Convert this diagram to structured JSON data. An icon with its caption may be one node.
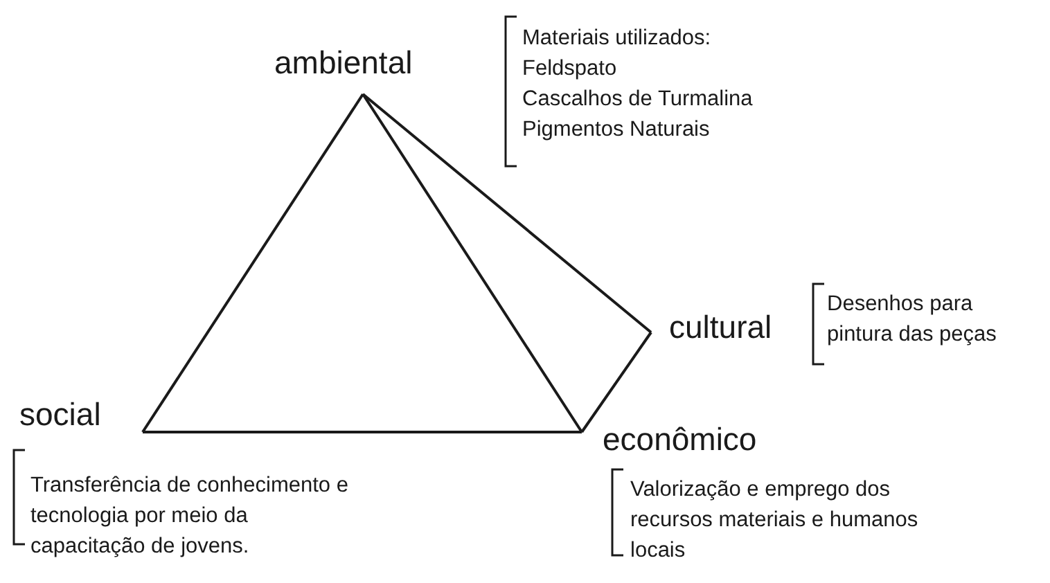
{
  "diagram": {
    "nodes": [
      {
        "text": [
          "ambiental"
        ],
        "beside": [
          "Materiais utilizados:",
          "Feldspato",
          "Cascalhos de Turmalina",
          "Pigmentos Naturais"
        ]
      },
      {
        "text": [
          "cultural"
        ],
        "beside": [
          "Desenhos para pintura das peças"
        ]
      },
      {
        "text": [
          "social"
        ],
        "beside": [
          "Transferência de conhecimento e tecnologia por meio da capacitação de jovens."
        ]
      },
      {
        "text": [
          "econômico"
        ],
        "beside": [
          "Valorização e emprego dos recursos materiais e humanos locais"
        ]
      }
    ],
    "edges": [
      {
        "from": 0,
        "to": 2,
        "arrow": "none"
      },
      {
        "from": 0,
        "to": 3,
        "arrow": "none"
      },
      {
        "from": 0,
        "to": 1,
        "arrow": "none"
      },
      {
        "from": 2,
        "to": 3,
        "arrow": "none"
      },
      {
        "from": 3,
        "to": 1,
        "arrow": "none"
      }
    ]
  }
}
